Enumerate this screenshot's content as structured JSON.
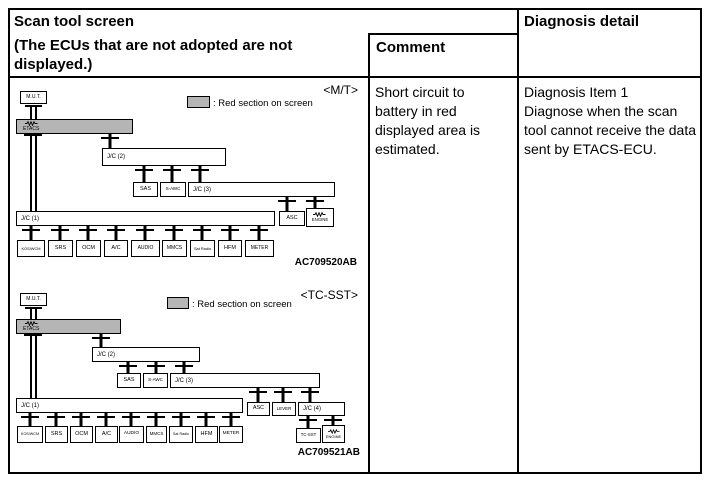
{
  "header": {
    "scan_tool_screen_title": "Scan tool screen",
    "scan_tool_screen_note": "(The ECUs that are not adopted are not displayed.)",
    "comment_title": "Comment",
    "diagnosis_detail_title": "Diagnosis detail"
  },
  "comment": {
    "text": "Short circuit to battery in red displayed area is estimated."
  },
  "diagnosis": {
    "item_title": "Diagnosis Item 1",
    "description": "Diagnose when the scan tool cannot receive the data sent by ETACS-ECU."
  },
  "colors": {
    "red_section_fill": "#b5b5b5",
    "line_color": "#000000"
  },
  "diagrams": {
    "mt": {
      "variant": "<M/T>",
      "legend": ": Red section on screen",
      "figure_code": "AC709520AB",
      "nodes": {
        "mut": "M.U.T.",
        "etacs": "ETACS",
        "jc1": "J/C (1)",
        "jc2": "J/C (2)",
        "jc3": "J/C (3)",
        "sas": "SAS",
        "sawc": "S-AWC",
        "asc": "ASC",
        "engine": "ENGINE",
        "kos_wcm": "KOS/WCM",
        "srs": "SRS",
        "ocm": "OCM",
        "ac": "A/C",
        "audio": "AUDIO",
        "mmcs": "MMCS",
        "sat_radio": "Sat Radio",
        "hfm": "HFM",
        "meter": "METER"
      }
    },
    "tcsst": {
      "variant": "<TC-SST>",
      "legend": ": Red section on screen",
      "figure_code": "AC709521AB",
      "nodes": {
        "mut": "M.U.T.",
        "etacs": "ETACS",
        "jc1": "J/C (1)",
        "jc2": "J/C (2)",
        "jc3": "J/C (3)",
        "jc4": "J/C (4)",
        "sas": "SAS",
        "sawc": "S-AWC",
        "asc": "ASC",
        "lever": "LEVER",
        "tcsst": "TC-SST",
        "engine": "ENGINE",
        "kos_wcm": "KOS/WCM",
        "srs": "SRS",
        "ocm": "OCM",
        "ac": "A/C",
        "audio": "AUDIO",
        "mmcs": "MMCS",
        "sat_radio": "Sat Radio",
        "hfm": "HFM",
        "meter": "METER"
      }
    }
  }
}
